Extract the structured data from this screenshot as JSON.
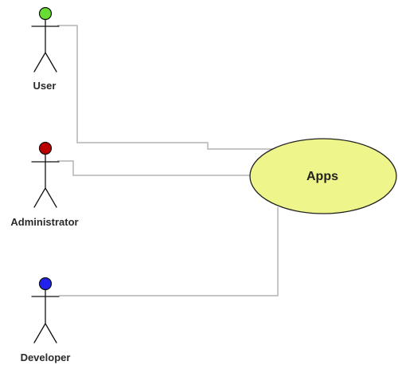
{
  "diagram": {
    "type": "use-case",
    "actors": [
      {
        "id": "user",
        "label": "User",
        "head_color": "#66dd33"
      },
      {
        "id": "administrator",
        "label": "Administrator",
        "head_color": "#bb0000"
      },
      {
        "id": "developer",
        "label": "Developer",
        "head_color": "#2222ee"
      }
    ],
    "use_case": {
      "label": "Apps",
      "fill_color": "#eef58a"
    },
    "associations": [
      {
        "from": "user",
        "to": "apps"
      },
      {
        "from": "administrator",
        "to": "apps"
      },
      {
        "from": "developer",
        "to": "apps"
      }
    ]
  }
}
